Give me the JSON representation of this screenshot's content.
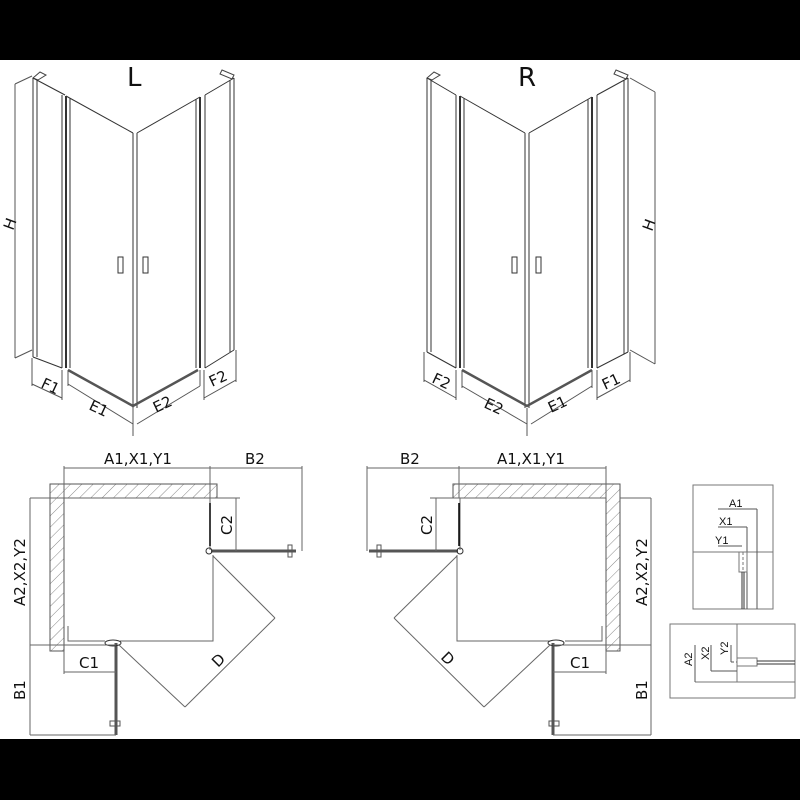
{
  "title": "Shower enclosure dimension diagram",
  "colors": {
    "background": "#ffffff",
    "frame": "#000000",
    "line": "#333333",
    "dim_line": "#555555",
    "hatch": "#888888"
  },
  "views": {
    "iso_left": {
      "variant": "L",
      "labels": {
        "height": "H",
        "fixed_left": "F1",
        "fixed_right": "F2",
        "door_left": "E1",
        "door_right": "E2"
      }
    },
    "iso_right": {
      "variant": "R",
      "labels": {
        "height": "H",
        "fixed_left": "F2",
        "fixed_right": "F1",
        "door_left": "E2",
        "door_right": "E1"
      }
    },
    "plan_left": {
      "labels": {
        "width": "A1,X1,Y1",
        "depth": "A2,X2,Y2",
        "door_swing_side": "B2",
        "door_swing_front": "B1",
        "clear_side": "C2",
        "clear_front": "C1",
        "diagonal": "D"
      }
    },
    "plan_right": {
      "labels": {
        "width": "A1,X1,Y1",
        "depth": "A2,X2,Y2",
        "door_swing_side": "B2",
        "door_swing_front": "B1",
        "clear_side": "C2",
        "clear_front": "C1",
        "diagonal": "D"
      }
    },
    "detail_top": {
      "labels": {
        "a": "A1",
        "x": "X1",
        "y": "Y1"
      }
    },
    "detail_bottom": {
      "labels": {
        "a": "A2",
        "x": "X2",
        "y": "Y2"
      }
    }
  }
}
